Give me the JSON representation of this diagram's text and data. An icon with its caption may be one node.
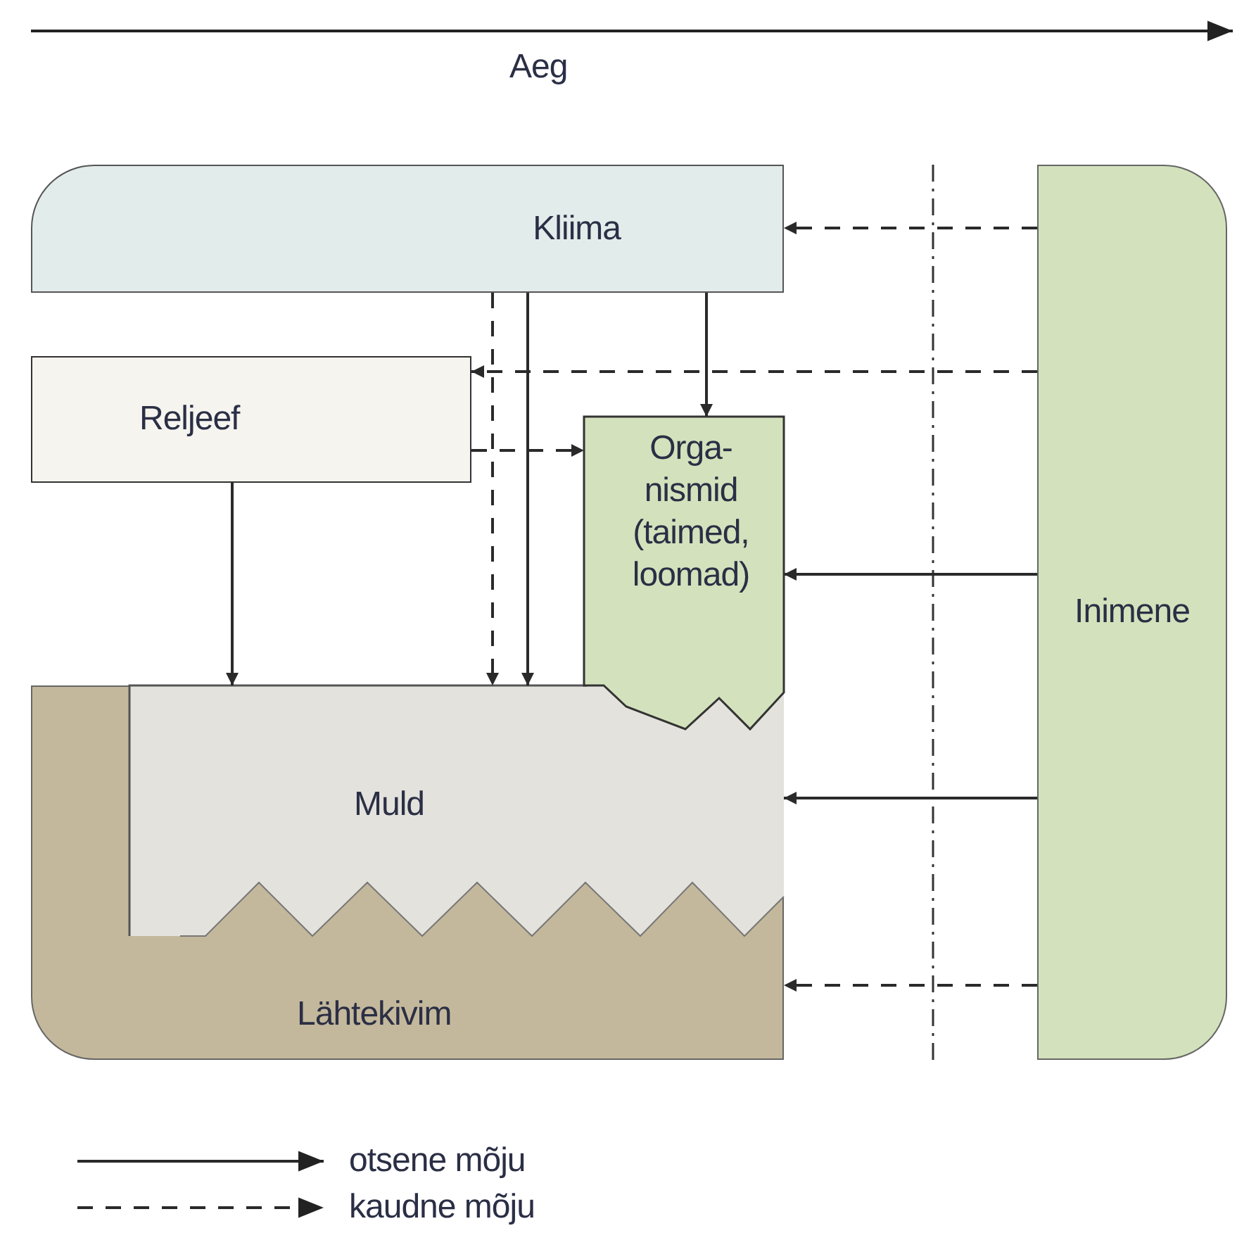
{
  "diagram": {
    "nodes": [
      {
        "text": [
          "Kliima"
        ]
      },
      {
        "text": [
          "Reljeef"
        ]
      },
      {
        "text": [
          "Orga- nismid (taimed, loomad)"
        ]
      },
      {
        "text": [
          "Lähtekivim"
        ]
      },
      {
        "text": [
          "Muld"
        ],
        "in": 3
      },
      {
        "text": [
          "Inimene"
        ]
      }
    ],
    "edges": [
      {
        "from": 5,
        "to": 0,
        "arrow": "to",
        "style": "dashed"
      },
      {
        "from": 0,
        "to": 4,
        "arrow": "to",
        "style": "dashed"
      },
      {
        "from": 0,
        "to": 4,
        "arrow": "to"
      },
      {
        "from": 0,
        "to": 2,
        "arrow": "to"
      },
      {
        "from": 5,
        "to": 1,
        "arrow": "to",
        "style": "dashed"
      },
      {
        "from": 1,
        "to": 2,
        "arrow": "to",
        "style": "dashed"
      },
      {
        "from": 1,
        "to": 4,
        "arrow": "to"
      },
      {
        "from": 5,
        "to": 2,
        "arrow": "to"
      },
      {
        "from": 5,
        "to": 4,
        "arrow": "to"
      },
      {
        "from": 5,
        "to": 3,
        "arrow": "to",
        "style": "dashed"
      }
    ],
    "labels": [
      "Aeg"
    ],
    "legend": [
      {
        "text": "otsene mõju"
      },
      {
        "text": "kaudne mõju"
      }
    ]
  }
}
